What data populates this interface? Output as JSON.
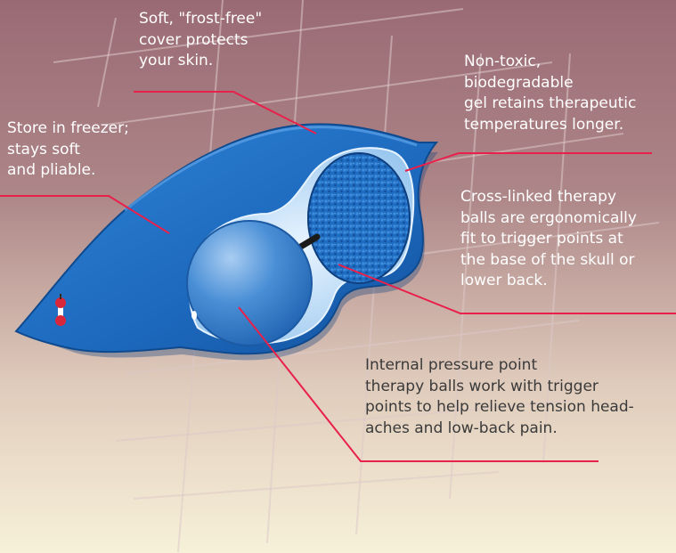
{
  "callouts": {
    "cover": "Soft, \"frost-free\"\ncover protects\nyour skin.",
    "freezer": "Store in freezer;\nstays soft\nand pliable.",
    "gel": "Non-toxic,\nbiodegradable\ngel retains therapeutic\ntemperatures longer.",
    "balls": "Cross-linked therapy\nballs are ergonomically\nfit to trigger points at\nthe base of the skull or\nlower back.",
    "pressure": "Internal pressure point\ntherapy balls work with trigger\npoints to help relieve tension head-\naches and low-back pain."
  },
  "colors": {
    "leader_line": "#e8204a",
    "bag_blue": "#1f6fc6",
    "background_top": "#9a6a74",
    "background_bottom": "#f6efd8"
  },
  "icons": {
    "logo": "apple-core-logo-icon"
  }
}
